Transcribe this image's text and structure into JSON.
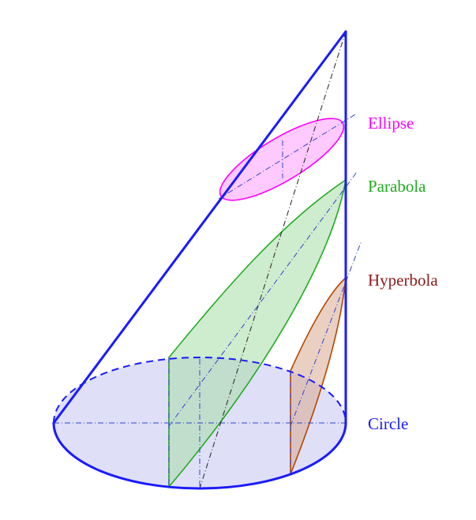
{
  "labels": {
    "ellipse": "Ellipse",
    "parabola": "Parabola",
    "hyperbola": "Hyperbola",
    "circle": "Circle"
  },
  "colors": {
    "cone": "#1a1aff",
    "ellipse": "#ff00ff",
    "ellipse_fill": "#ffb3ff",
    "parabola": "#22aa22",
    "parabola_fill": "#bde5bd",
    "hyperbola": "#b34700",
    "hyperbola_fill": "#e6c3b3",
    "hyperbola_label": "#8b1a1a",
    "base_fill": "#d9d9f7",
    "axis_lines": "#3344cc",
    "apex_axis": "#222222"
  }
}
